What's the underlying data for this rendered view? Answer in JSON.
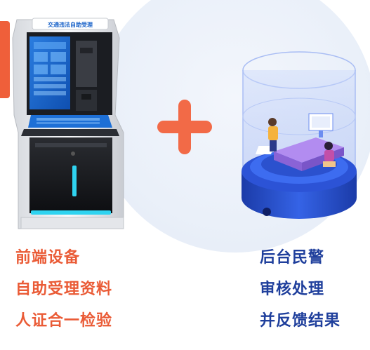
{
  "colors": {
    "left_text": "#ea5b36",
    "right_text": "#1f3f9c",
    "plus": "#f26a47",
    "orange_accent": "#ef5f3a",
    "kiosk_screen": "#1a63c9",
    "office_cylinder": "#2f54d8"
  },
  "icons": {
    "kiosk": "self-service-kiosk-illustration",
    "plus": "plus-icon",
    "office": "police-back-office-illustration"
  },
  "kiosk": {
    "header_text": "交通违法自助受理"
  },
  "left_captions": [
    "前端设备",
    "自助受理资料",
    "人证合一检验"
  ],
  "right_captions": [
    "后台民警",
    "审核处理",
    "并反馈结果"
  ]
}
